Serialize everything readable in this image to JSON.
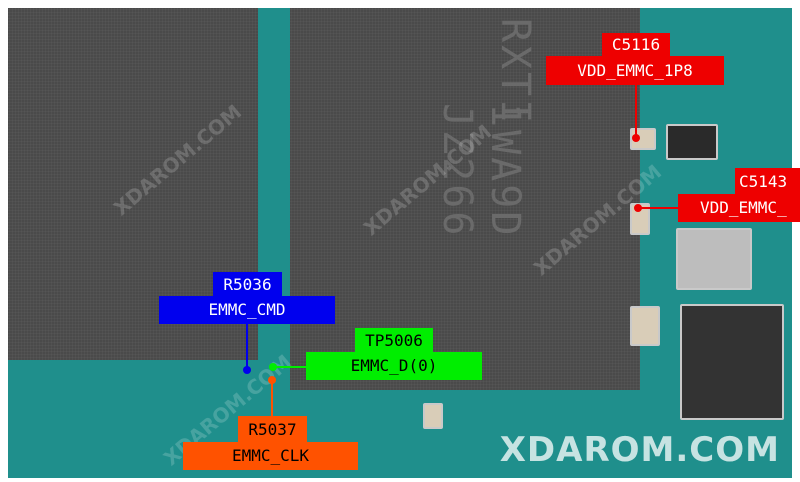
{
  "chip_markings": [
    "RXTI",
    "1WA9D",
    "JZ266"
  ],
  "watermark": "XDAROM.COM",
  "logo": "XDAROM.COM",
  "labels": [
    {
      "ref": "C5116",
      "net": "VDD_EMMC_1P8",
      "color": "#ee0000"
    },
    {
      "ref": "C5143",
      "net": "VDD_EMMC_",
      "color": "#ee0000"
    },
    {
      "ref": "R5036",
      "net": "EMMC_CMD",
      "color": "#0000ee"
    },
    {
      "ref": "TP5006",
      "net": "EMMC_D(0)",
      "color": "#00ee00"
    },
    {
      "ref": "R5037",
      "net": "EMMC_CLK",
      "color": "#ff5200"
    }
  ]
}
